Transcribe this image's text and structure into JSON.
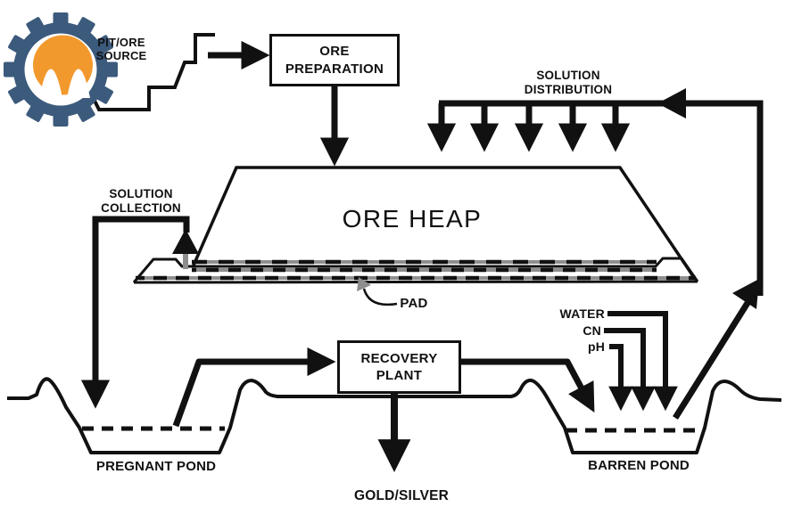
{
  "diagram": {
    "type": "process-flow",
    "subject": "heap-leach-circuit",
    "labels": {
      "pit_ore_source": "PIT/ORE\nSOURCE",
      "ore_preparation": "ORE\nPREPARATION",
      "solution_distribution": "SOLUTION\nDISTRIBUTION",
      "ore_heap": "ORE HEAP",
      "solution_collection": "SOLUTION\nCOLLECTION",
      "pad": "PAD",
      "recovery_plant": "RECOVERY\nPLANT",
      "water": "WATER",
      "cn": "CN",
      "ph": "pH",
      "pregnant_pond": "PREGNANT POND",
      "barren_pond": "BARREN POND",
      "gold_silver": "GOLD/SILVER"
    },
    "colors": {
      "line": "#111111",
      "liner": "#8e8e8e",
      "gear": "#3b5a7c",
      "sun": "#f2992e",
      "bg": "#ffffff"
    },
    "flows": [
      "pit/ore source -> ore preparation",
      "ore preparation -> ore heap",
      "solution distribution -> ore heap (5 drip arrows)",
      "ore heap/pad -> solution collection -> pregnant pond",
      "pregnant pond -> recovery plant",
      "recovery plant -> gold/silver",
      "recovery plant -> barren pond",
      "water + cn + ph -> barren pond",
      "barren pond -> solution distribution (return riser)"
    ]
  }
}
